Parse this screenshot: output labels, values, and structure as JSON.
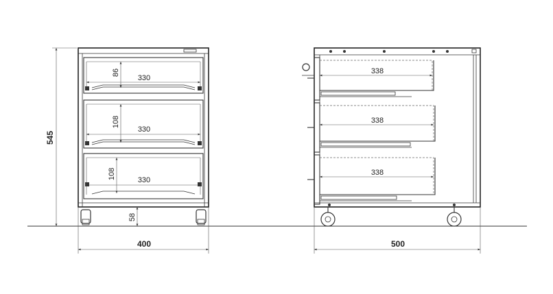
{
  "front_view": {
    "overall_height": "545",
    "overall_width": "400",
    "base_clearance": "58",
    "drawers": [
      {
        "height": "86",
        "width": "330"
      },
      {
        "height": "108",
        "width": "330"
      },
      {
        "height": "108",
        "width": "330"
      }
    ]
  },
  "side_view": {
    "overall_depth": "500",
    "drawers": [
      {
        "depth": "338"
      },
      {
        "depth": "338"
      },
      {
        "depth": "338"
      }
    ]
  }
}
